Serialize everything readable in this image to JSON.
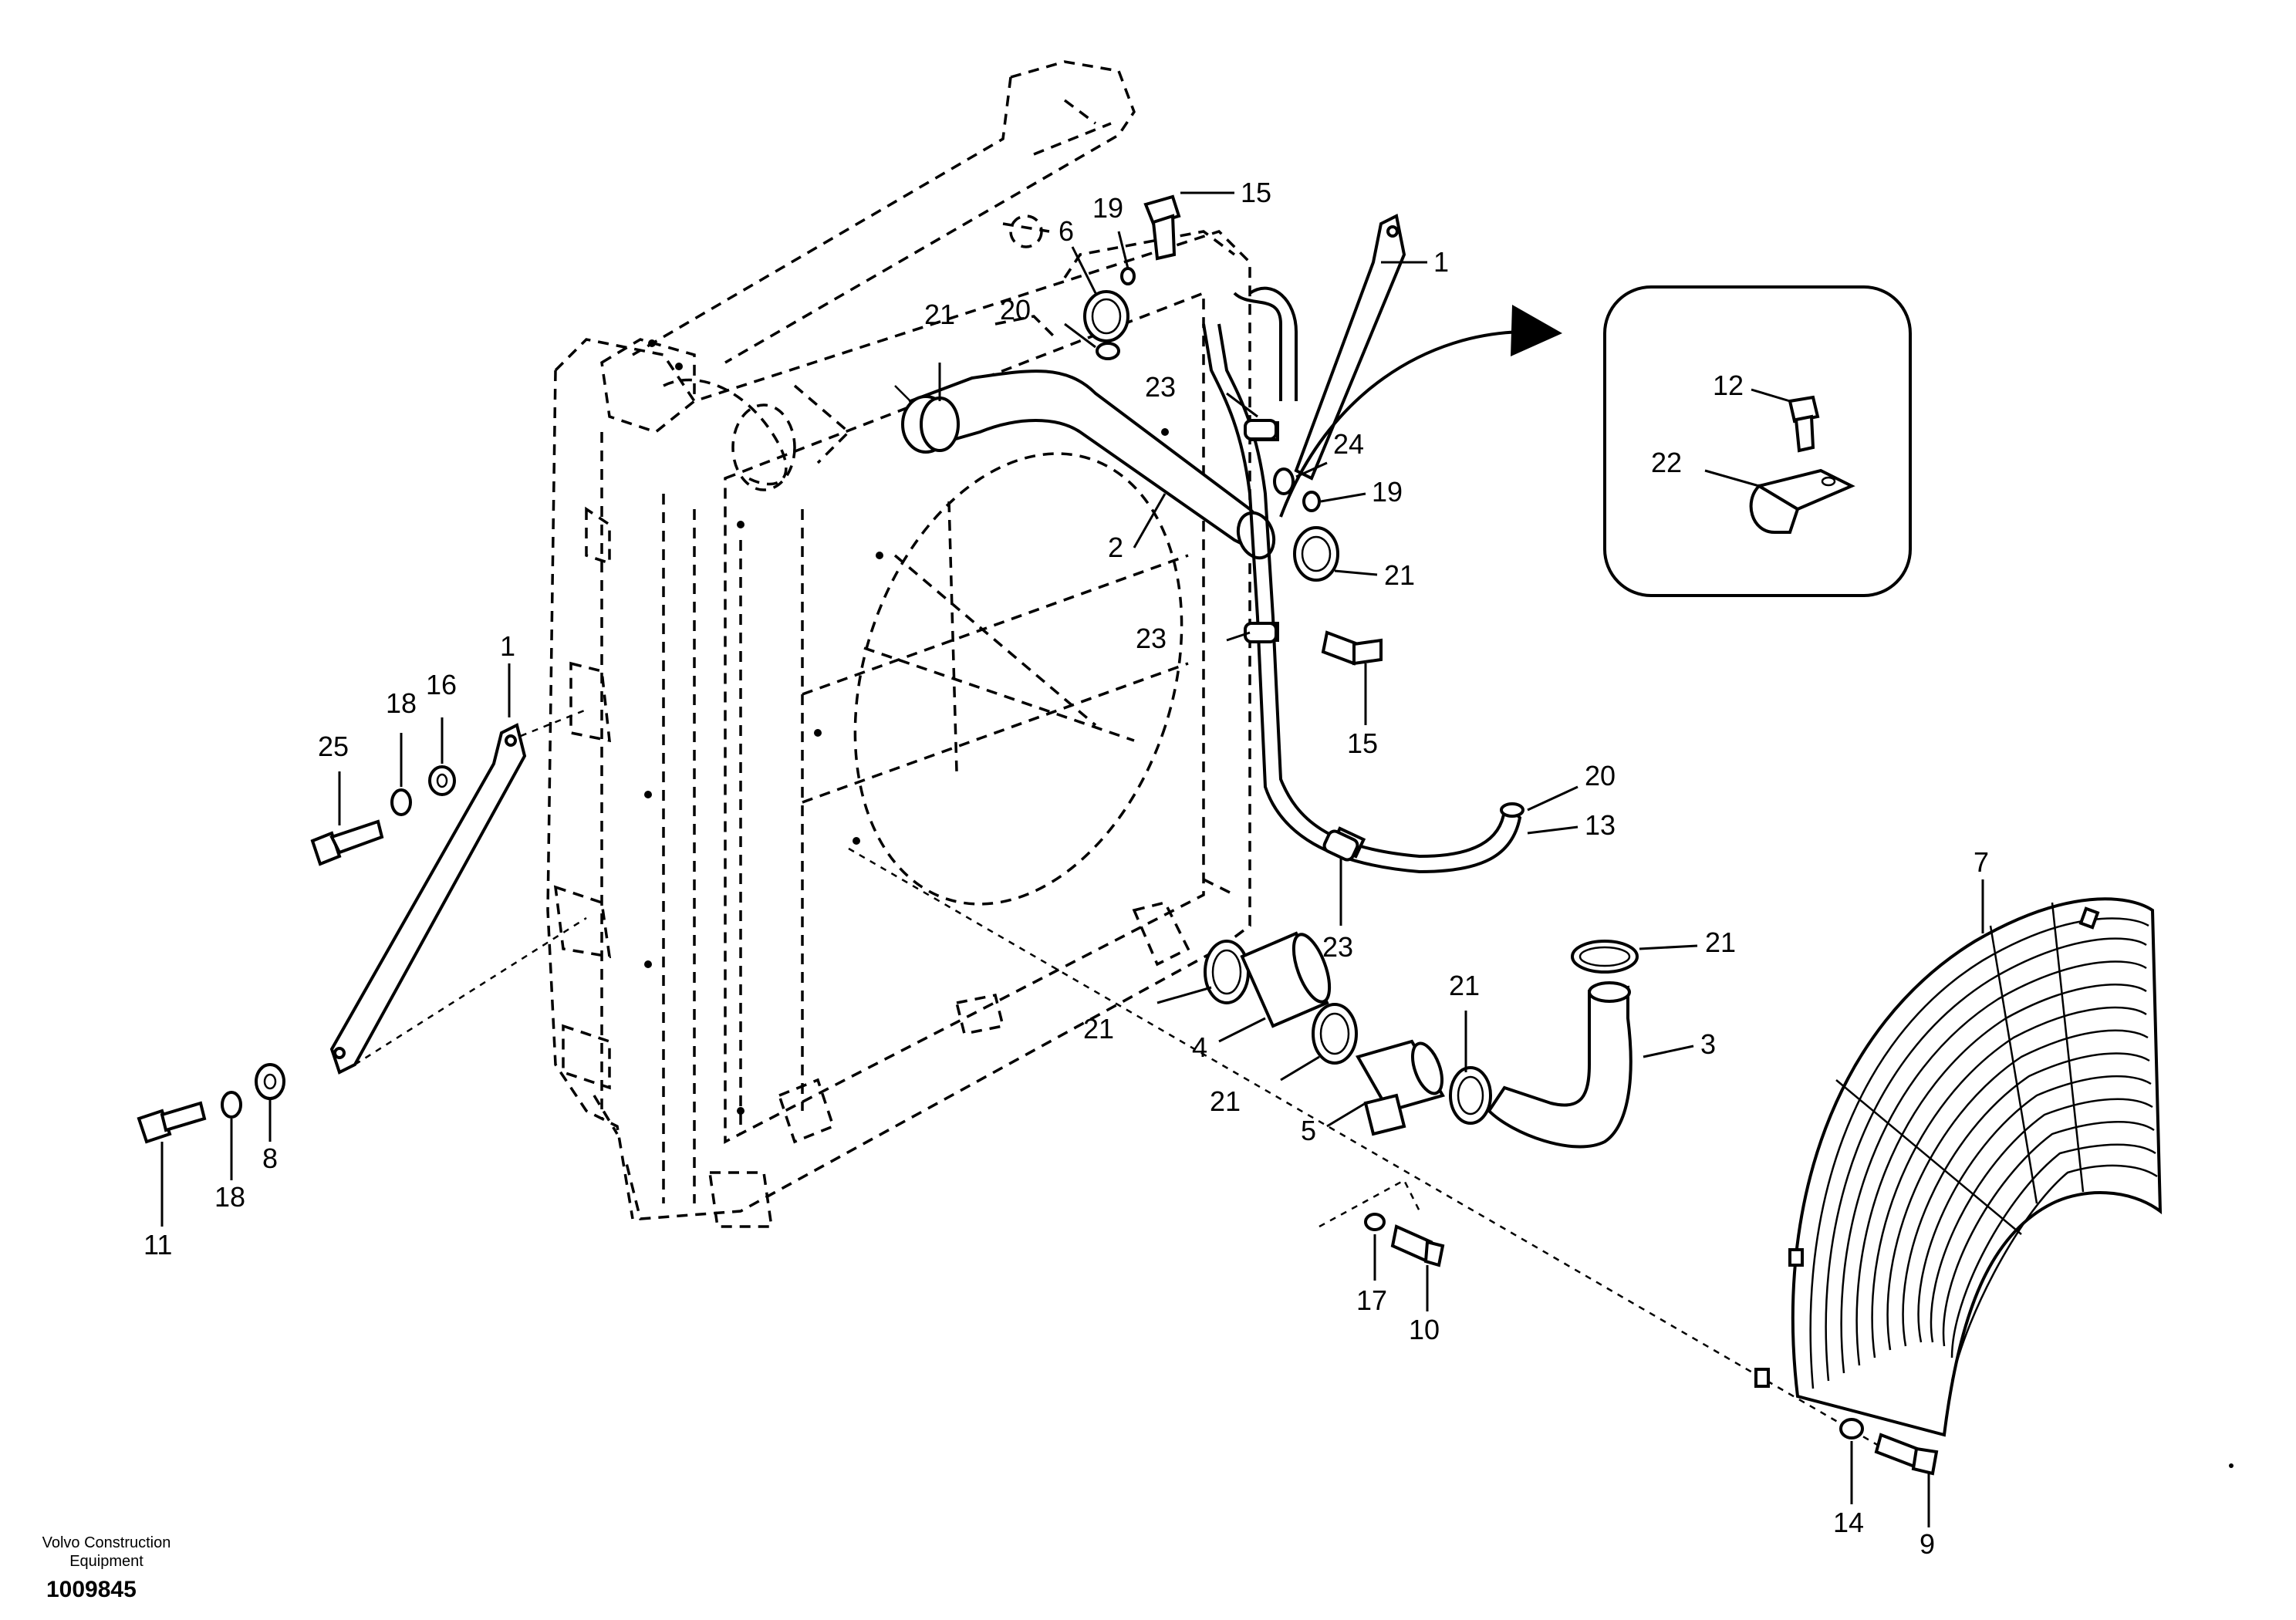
{
  "footer": {
    "brand_line1": "Volvo Construction",
    "brand_line2": "Equipment",
    "drawing_number": "1009845"
  },
  "callouts": {
    "c1a": "1",
    "c1b": "1",
    "c2": "2",
    "c3": "3",
    "c4": "4",
    "c5": "5",
    "c6": "6",
    "c7": "7",
    "c8": "8",
    "c9": "9",
    "c10": "10",
    "c11": "11",
    "c12": "12",
    "c13": "13",
    "c14": "14",
    "c15a": "15",
    "c15b": "15",
    "c16": "16",
    "c17": "17",
    "c18a": "18",
    "c18b": "18",
    "c19a": "19",
    "c19b": "19",
    "c20a": "20",
    "c20b": "20",
    "c21a": "21",
    "c21b": "21",
    "c21c": "21",
    "c21d": "21",
    "c21e": "21",
    "c21f": "21",
    "c22": "22",
    "c23a": "23",
    "c23b": "23",
    "c23c": "23",
    "c24": "24",
    "c25": "25"
  }
}
